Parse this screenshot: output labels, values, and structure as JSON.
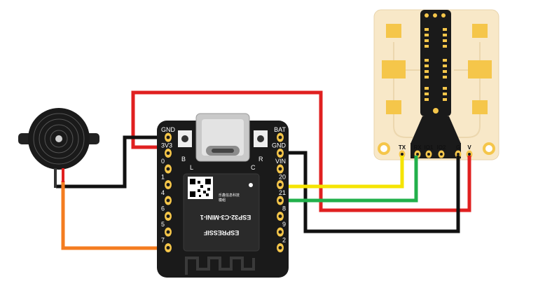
{
  "board": {
    "module_label": "ESP32-C3-MINI-1",
    "brand_label": "ESPRESSIF",
    "small_text_1": "乐鑫信息科技",
    "small_text_2": "模组",
    "button_left_letter": "B",
    "button_right_letter": "R",
    "led_left_letter": "L",
    "led_right_letter": "C",
    "left_pins": [
      "GND",
      "3V3",
      "0",
      "1",
      "4",
      "6",
      "5",
      "7"
    ],
    "right_pins": [
      "BAT",
      "GND",
      "VIN",
      "20",
      "21",
      "8",
      "9",
      "2"
    ]
  },
  "sensor": {
    "pins": [
      "TX",
      "RX",
      "IO1",
      "IO2",
      "G",
      "V"
    ]
  },
  "wires": [
    {
      "from": "board.3V3",
      "to": "sensor.V",
      "color": "#e02020"
    },
    {
      "from": "board.GND",
      "to": "buzzer.-",
      "color": "#111111"
    },
    {
      "from": "board.7",
      "to": "buzzer.+",
      "color": "#f47c20"
    },
    {
      "from": "board.GND(right)",
      "to": "sensor.G",
      "color": "#111111"
    },
    {
      "from": "board.20",
      "to": "sensor.TX",
      "color": "#f5e400"
    },
    {
      "from": "board.21",
      "to": "sensor.RX",
      "color": "#22b04b"
    }
  ],
  "colors": {
    "board": "#1a1a1a",
    "sensor_pcb": "#f8e8c8",
    "pad_gold": "#f5c64a",
    "wire_red": "#e02020",
    "wire_black": "#111111",
    "wire_orange": "#f47c20",
    "wire_yellow": "#f5e400",
    "wire_green": "#22b04b"
  }
}
